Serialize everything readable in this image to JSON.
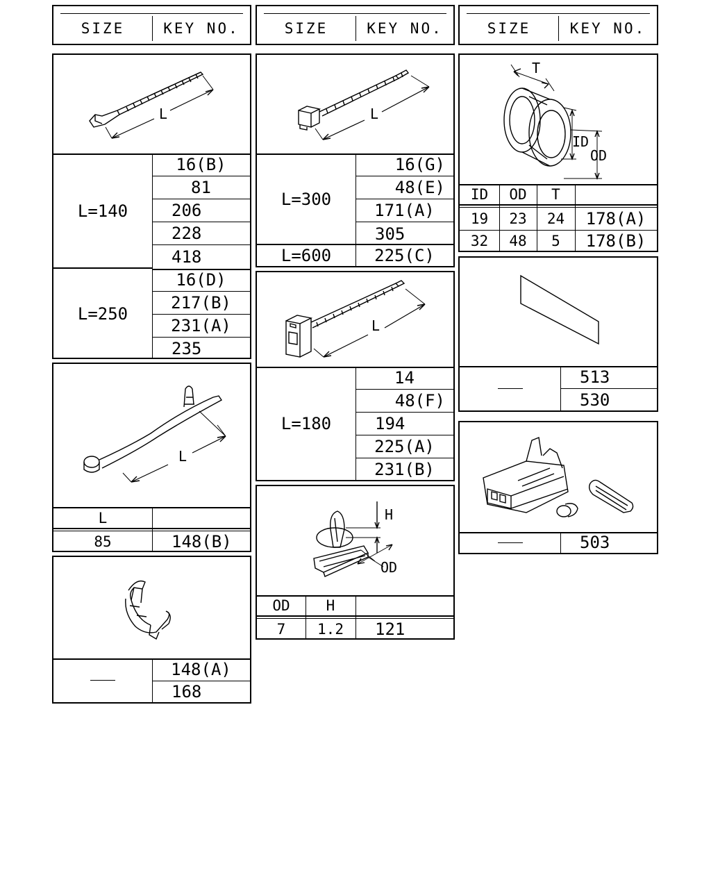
{
  "headers": [
    {
      "size_label": "SIZE",
      "key_label": "KEY NO."
    },
    {
      "size_label": "SIZE",
      "key_label": "KEY NO."
    },
    {
      "size_label": "SIZE",
      "key_label": "KEY NO."
    }
  ],
  "tie_140_250": {
    "dim_label": "L",
    "groups": [
      {
        "size": "L=140",
        "keys": [
          "16(B)",
          "81",
          "206",
          "228",
          "418"
        ]
      },
      {
        "size": "L=250",
        "keys": [
          "16(D)",
          "217(B)",
          "231(A)",
          "235"
        ]
      }
    ]
  },
  "strap": {
    "dim_label": "L",
    "col_header": "L",
    "row": {
      "l": "85",
      "key": "148(B)"
    }
  },
  "clip_holder": {
    "size": "—",
    "keys": [
      "148(A)",
      "168"
    ]
  },
  "tie_300_600": {
    "dim_label": "L",
    "groups": [
      {
        "size": "L=300",
        "keys": [
          "16(G)",
          "48(E)",
          "171(A)",
          "305"
        ]
      },
      {
        "size": "L=600",
        "keys": [
          "225(C)"
        ]
      }
    ]
  },
  "tie_180": {
    "dim_label": "L",
    "size": "L=180",
    "keys": [
      "14",
      "48(F)",
      "194",
      "225(A)",
      "231(B)"
    ]
  },
  "push_clip": {
    "h_label": "H",
    "od_label": "OD",
    "col_headers": [
      "OD",
      "H"
    ],
    "row": {
      "od": "7",
      "h": "1.2",
      "key": "121"
    }
  },
  "grommet": {
    "t_label": "T",
    "id_label": "ID",
    "od_label": "OD",
    "col_headers": [
      "ID",
      "OD",
      "T"
    ],
    "rows": [
      {
        "id": "19",
        "od": "23",
        "t": "24",
        "key": "178(A)"
      },
      {
        "id": "32",
        "od": "48",
        "t": "5",
        "key": "178(B)"
      }
    ]
  },
  "tape": {
    "size": "—",
    "keys": [
      "513",
      "530"
    ]
  },
  "connector": {
    "size": "—",
    "keys": [
      "503"
    ]
  }
}
